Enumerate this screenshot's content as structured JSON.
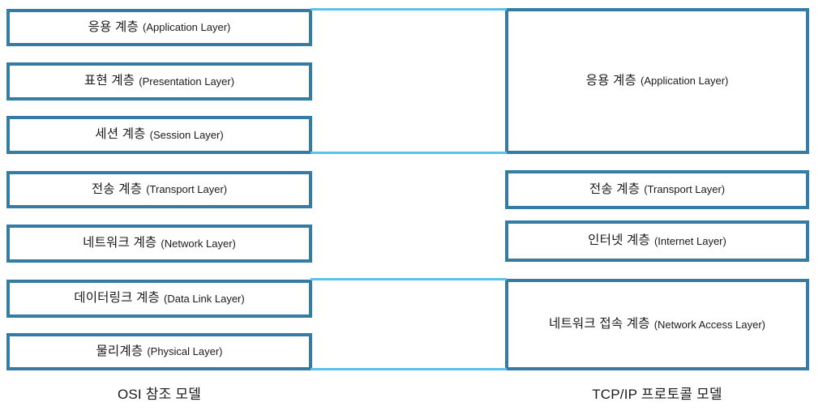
{
  "colors": {
    "box_border": "#357CA5",
    "connector": "#5BC2EC",
    "text": "#1A1A1A",
    "background": "#FFFFFF"
  },
  "osi": {
    "caption": "OSI 참조 모델",
    "layers": [
      {
        "ko": "응용 계층",
        "en": "(Application Layer)"
      },
      {
        "ko": "표현 계층",
        "en": "(Presentation Layer)"
      },
      {
        "ko": "세션 계층",
        "en": "(Session Layer)"
      },
      {
        "ko": "전송 계층",
        "en": "(Transport Layer)"
      },
      {
        "ko": "네트워크 계층",
        "en": "(Network Layer)"
      },
      {
        "ko": "데이터링크 계층",
        "en": "(Data Link Layer)"
      },
      {
        "ko": "물리계층",
        "en": "(Physical Layer)"
      }
    ]
  },
  "tcpip": {
    "caption": "TCP/IP 프로토콜 모델",
    "layers": [
      {
        "ko": "응용 계층",
        "en": "(Application Layer)"
      },
      {
        "ko": "전송 계층",
        "en": "(Transport Layer)"
      },
      {
        "ko": "인터넷 계층",
        "en": "(Internet Layer)"
      },
      {
        "ko": "네트워크 접속 계층",
        "en": "(Network Access Layer)"
      }
    ]
  }
}
